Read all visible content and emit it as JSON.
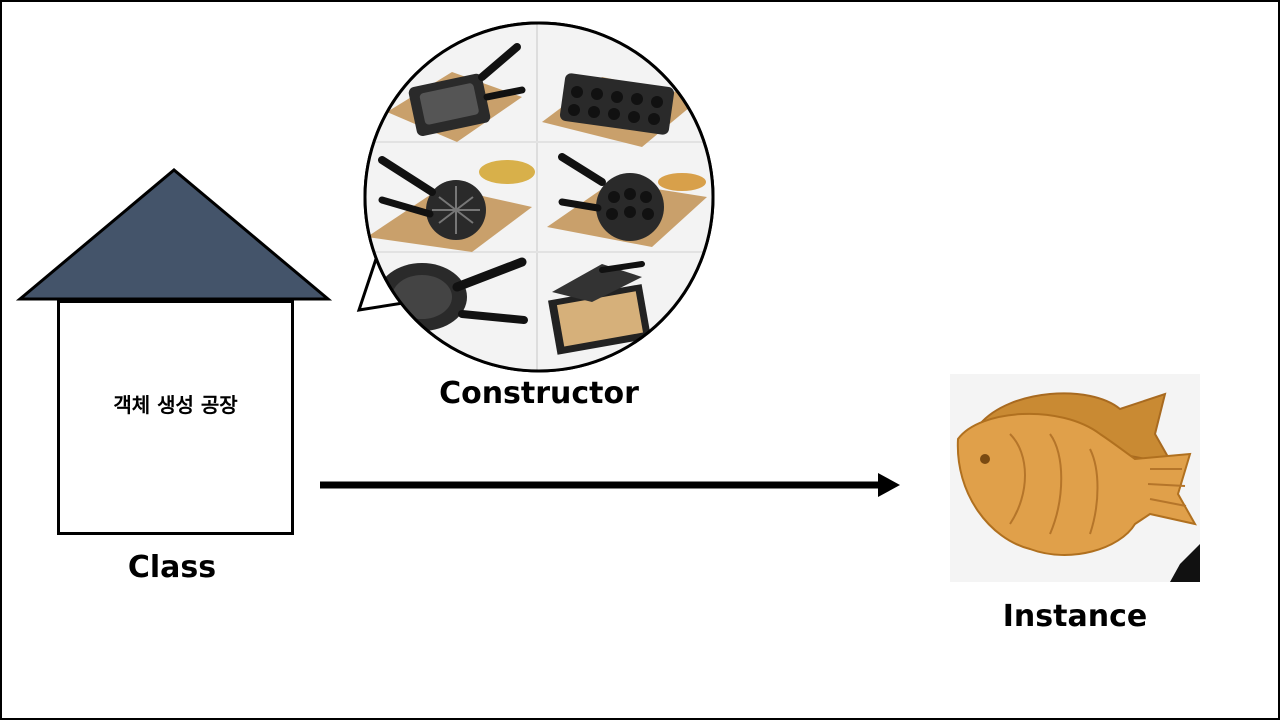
{
  "diagram": {
    "house_text": "객체 생성 공장",
    "class_label": "Class",
    "constructor_label": "Constructor",
    "instance_label": "Instance"
  },
  "colors": {
    "roof": "#44546A",
    "pan": "#2a2a2a",
    "mat": "#c9a06b",
    "fish": "#d9963f"
  },
  "icons": {
    "bubble_contents": "pan-molds-photo-grid",
    "instance_picture": "fish-shaped-bread-photo"
  }
}
